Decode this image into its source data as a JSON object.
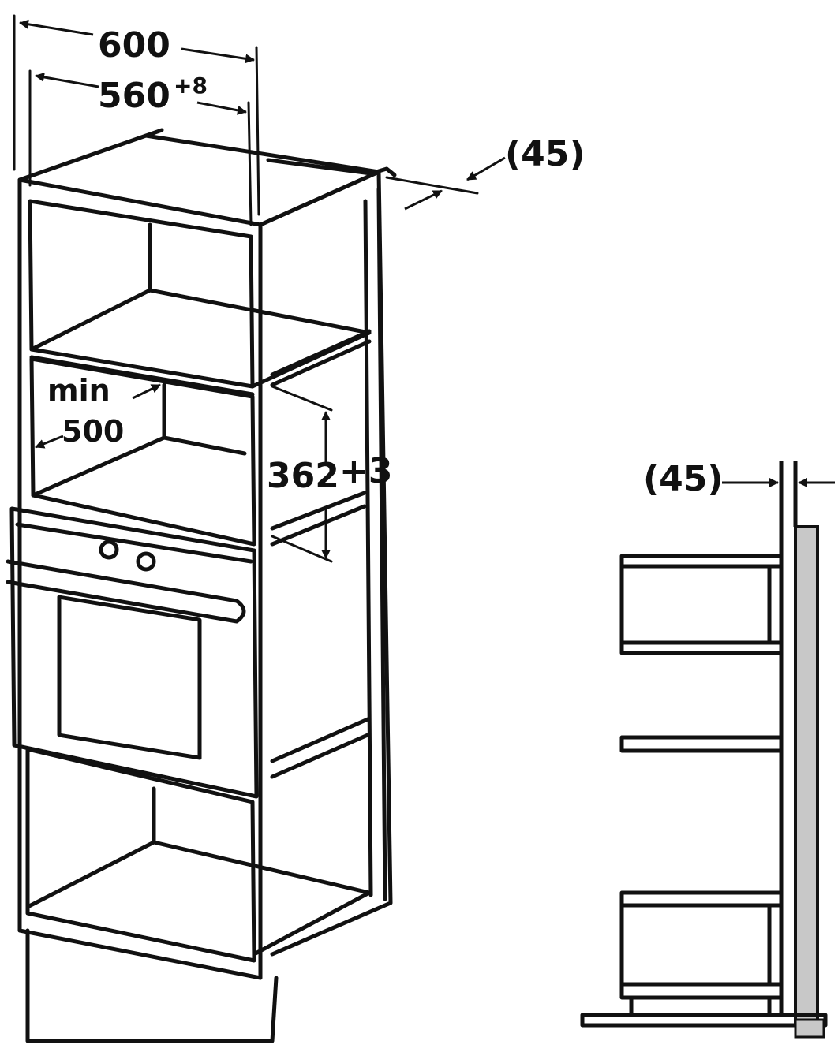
{
  "labels": {
    "outer_width": "600",
    "inner_width": "560",
    "inner_width_tol": "+8",
    "back_gap_top": "(45)",
    "min_label": "min",
    "min_depth": "500",
    "niche_height": "362",
    "niche_height_tol": "+3",
    "back_gap_side": "(45)"
  },
  "colors": {
    "line": "#111111",
    "wall": "#c8c8c8",
    "background": "#ffffff"
  }
}
